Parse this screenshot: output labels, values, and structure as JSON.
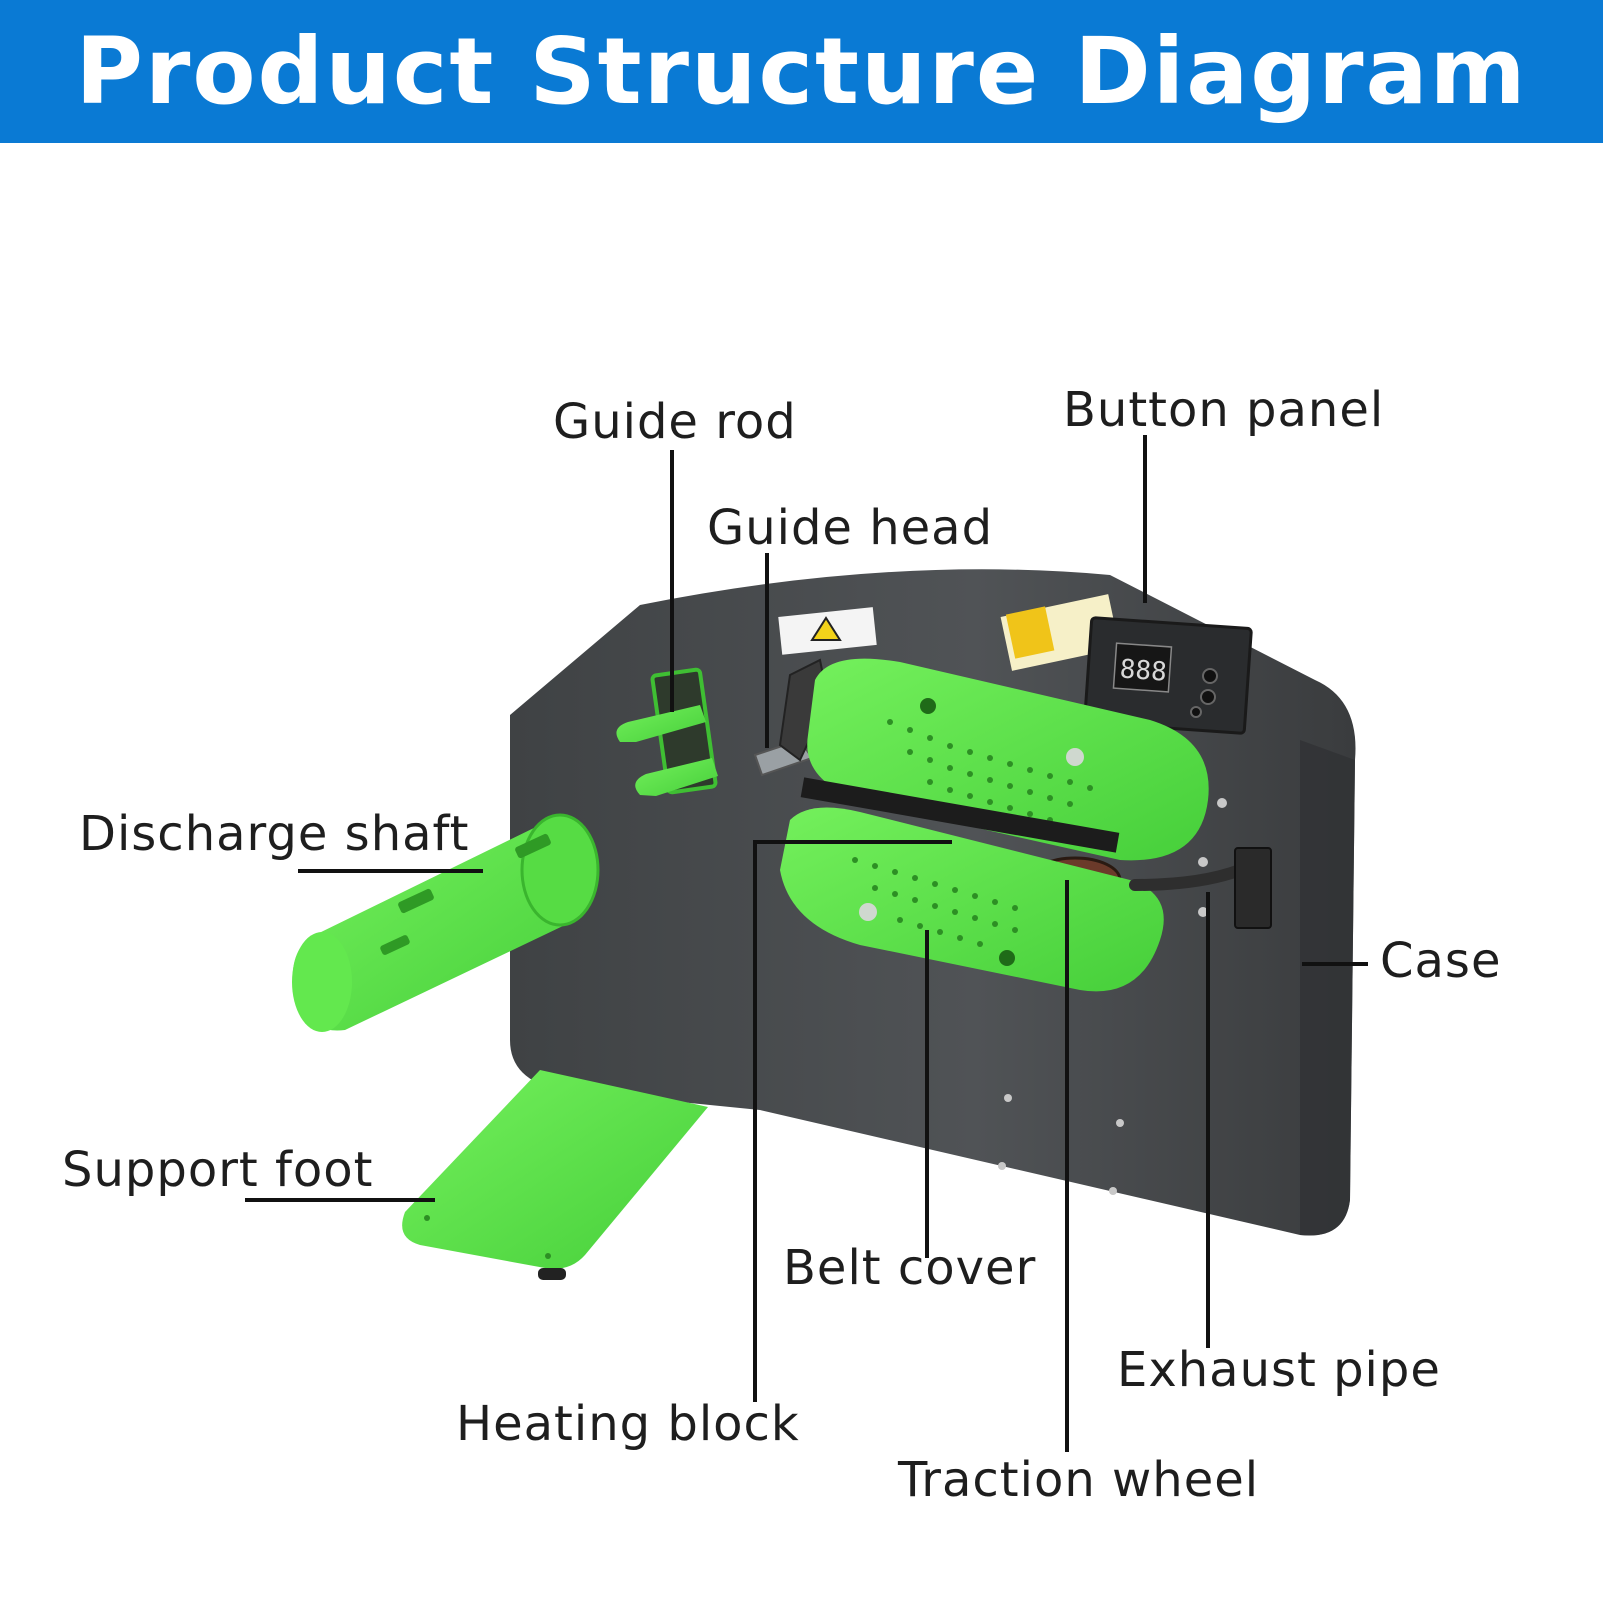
{
  "header": {
    "title": "Product Structure Diagram"
  },
  "labels": {
    "guide_rod": "Guide rod",
    "button_panel": "Button panel",
    "guide_head": "Guide head",
    "discharge_shaft": "Discharge shaft",
    "case": "Case",
    "support_foot": "Support foot",
    "belt_cover": "Belt cover",
    "exhaust_pipe": "Exhaust pipe",
    "heating_block": "Heating block",
    "traction_wheel": "Traction wheel"
  },
  "display": {
    "readout": "888"
  },
  "colors": {
    "banner": "#0a7ad4",
    "machine_body": "#4a4d50",
    "green_parts": "#5ee64a",
    "label_text": "#1e1e1e",
    "leader_line": "#111111"
  }
}
